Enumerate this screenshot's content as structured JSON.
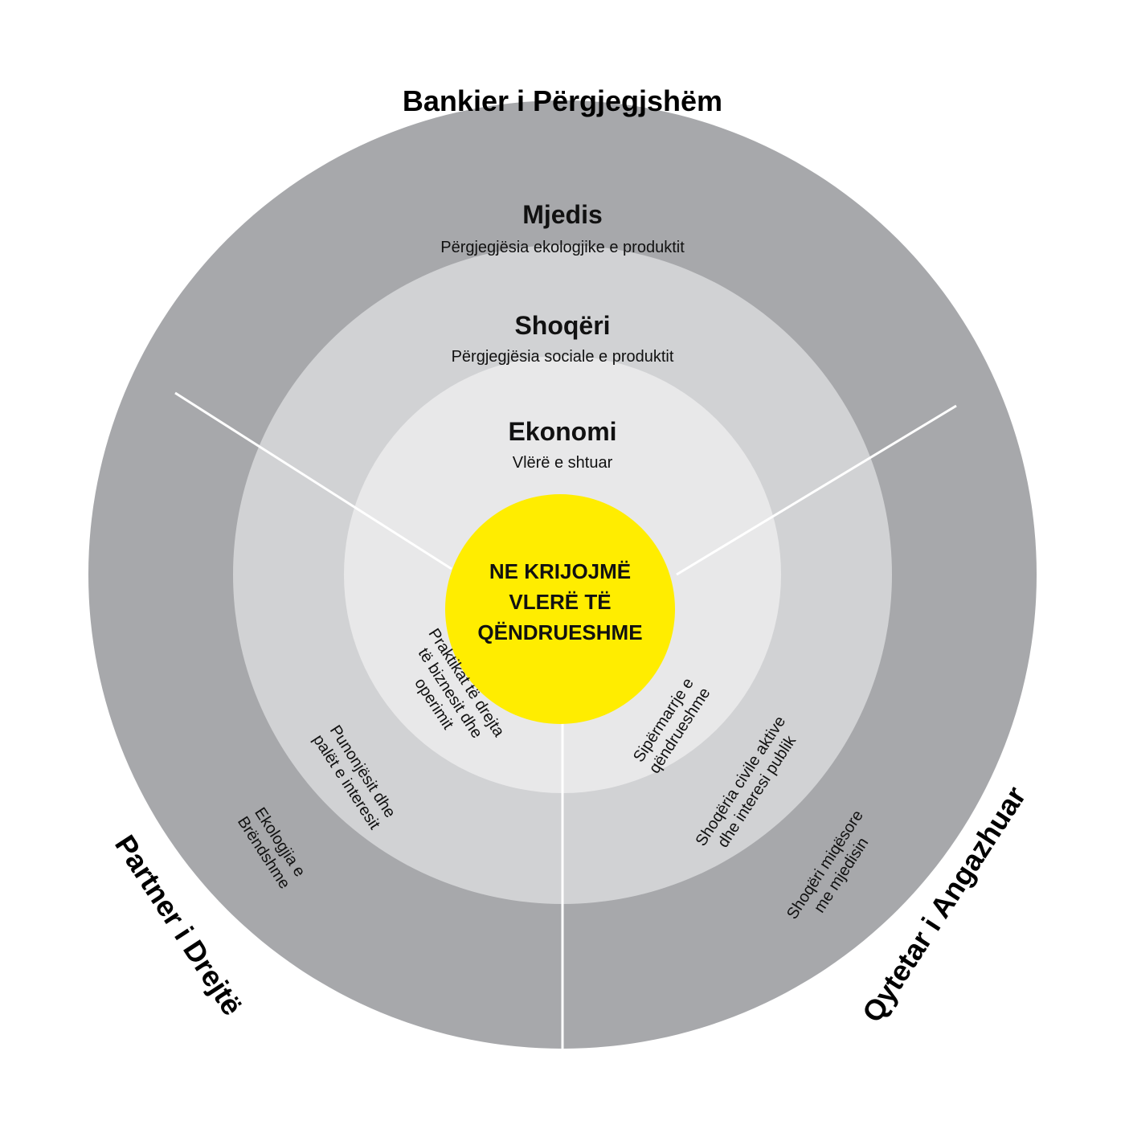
{
  "colors": {
    "outer_ring": "#a7a8ab",
    "middle_ring": "#d1d2d4",
    "inner_ring": "#e8e8e9",
    "core": "#ffed00",
    "divider": "#ffffff",
    "text": "#111111"
  },
  "diagram": {
    "top_title": "Bankier i Përgjegjshëm",
    "left_title": "Partner i Drejtë",
    "right_title": "Qytetar i Angazhuar",
    "rings": {
      "outer": {
        "title": "Mjedis",
        "subtitle": "Përgjegjësia ekologjike e produktit"
      },
      "middle": {
        "title": "Shoqëri",
        "subtitle": "Përgjegjësia sociale e produktit"
      },
      "inner": {
        "title": "Ekonomi",
        "subtitle": "Vlërë e shtuar"
      }
    },
    "core": {
      "lines": [
        "NE KRIJOJMË",
        "VLERË TË",
        "QËNDRUESHME"
      ]
    },
    "left_segment": {
      "inner": [
        "Praktikat të drejta",
        "të biznesit dhe",
        "operimit"
      ],
      "middle": [
        "Punonjësit dhe",
        "palët e interesit"
      ],
      "outer": [
        "Ekologjia e",
        "Brëndshme"
      ]
    },
    "right_segment": {
      "inner": [
        "Sipërmarrje e",
        "qëndrueshme"
      ],
      "middle": [
        "Shoqëria civile aktive",
        "dhe interesi publik"
      ],
      "outer": [
        "Shoqëri miqësore",
        "me mjedisin"
      ]
    }
  }
}
